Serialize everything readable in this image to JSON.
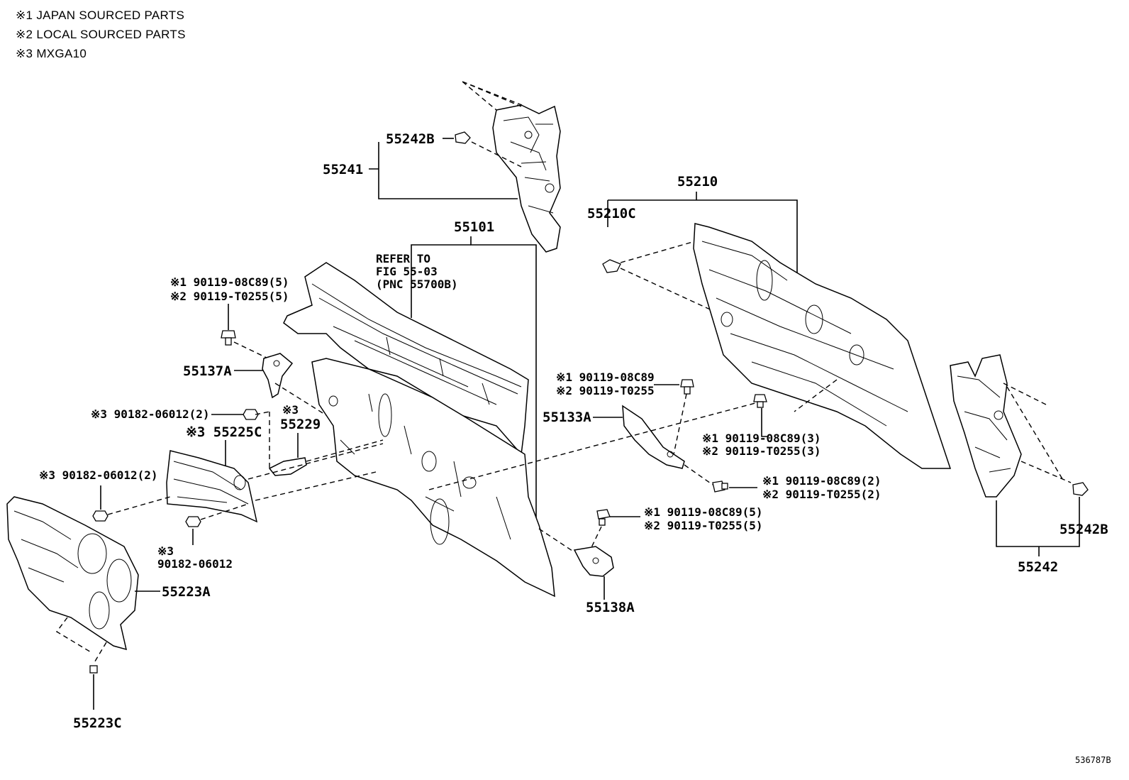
{
  "legend": {
    "japan": "※1 JAPAN SOURCED PARTS",
    "local": "※2 LOCAL SOURCED PARTS",
    "mxga": "※3 MXGA10"
  },
  "labels": {
    "p55241": "55241",
    "p55242B_top": "55242B",
    "p55101": "55101",
    "refer1": "REFER TO",
    "refer2": "FIG 55-03",
    "refer3": "(PNC 55700B)",
    "p55210": "55210",
    "p55210C": "55210C",
    "b1a": "※1 90119-08C89(5)",
    "b1b": "※2 90119-T0255(5)",
    "p55137A": "55137A",
    "nut1": "※3 90182-06012(2)",
    "s3a": "※3",
    "p55229": "55229",
    "p55225C": "※3 55225C",
    "nut2": "※3 90182-06012(2)",
    "s3b": "※3",
    "nut3": "90182-06012",
    "p55223A": "55223A",
    "p55223C": "55223C",
    "b2a": "※1 90119-08C89",
    "b2b": "※2 90119-T0255",
    "p55133A": "55133A",
    "b3a": "※1 90119-08C89(3)",
    "b3b": "※2 90119-T0255(3)",
    "b4a": "※1 90119-08C89(2)",
    "b4b": "※2 90119-T0255(2)",
    "b5a": "※1 90119-08C89(5)",
    "b5b": "※2 90119-T0255(5)",
    "p55138A": "55138A",
    "p55242B_right": "55242B",
    "p55242": "55242",
    "fig_code": "536787B"
  }
}
